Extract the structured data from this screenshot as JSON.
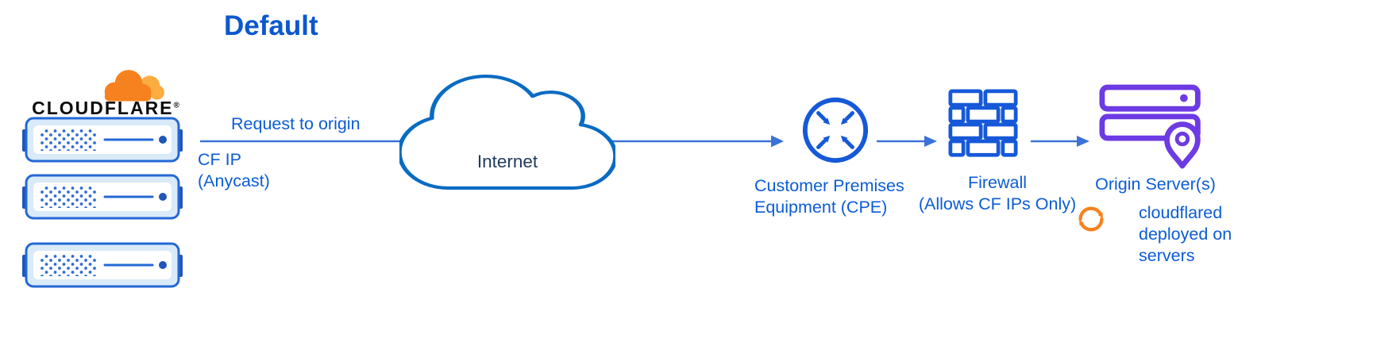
{
  "title": "Default",
  "colors": {
    "accent_blue_text": "#0b5cd5",
    "icon_blue": "#1659d8",
    "arrow_blue": "#3b72d9",
    "server_fill": "#d9eaf9",
    "server_border": "#2468d5",
    "cloud_stroke": "#0a6bc2",
    "internet_text": "#213a5e",
    "origin_purple": "#6d3ae3",
    "cloudflare_orange": "#f6821f",
    "cloudflare_orange_light": "#fbad41",
    "brand_black": "#0c0c0c"
  },
  "cloudflare": {
    "brand": "CLOUDFLARE",
    "registered": "®"
  },
  "flow": {
    "request_label": "Request to origin",
    "cf_ip": [
      "CF IP",
      "(Anycast)"
    ]
  },
  "internet": {
    "label": "Internet"
  },
  "cpe": {
    "label_line1": "Customer Premises",
    "label_line2": "Equipment (CPE)"
  },
  "firewall": {
    "label_line1": "Firewall",
    "label_line2": "(Allows CF IPs Only)"
  },
  "origin": {
    "label": "Origin Server(s)"
  },
  "cloudflared": {
    "line1": "cloudflared",
    "line2": "deployed on",
    "line3": "servers"
  }
}
